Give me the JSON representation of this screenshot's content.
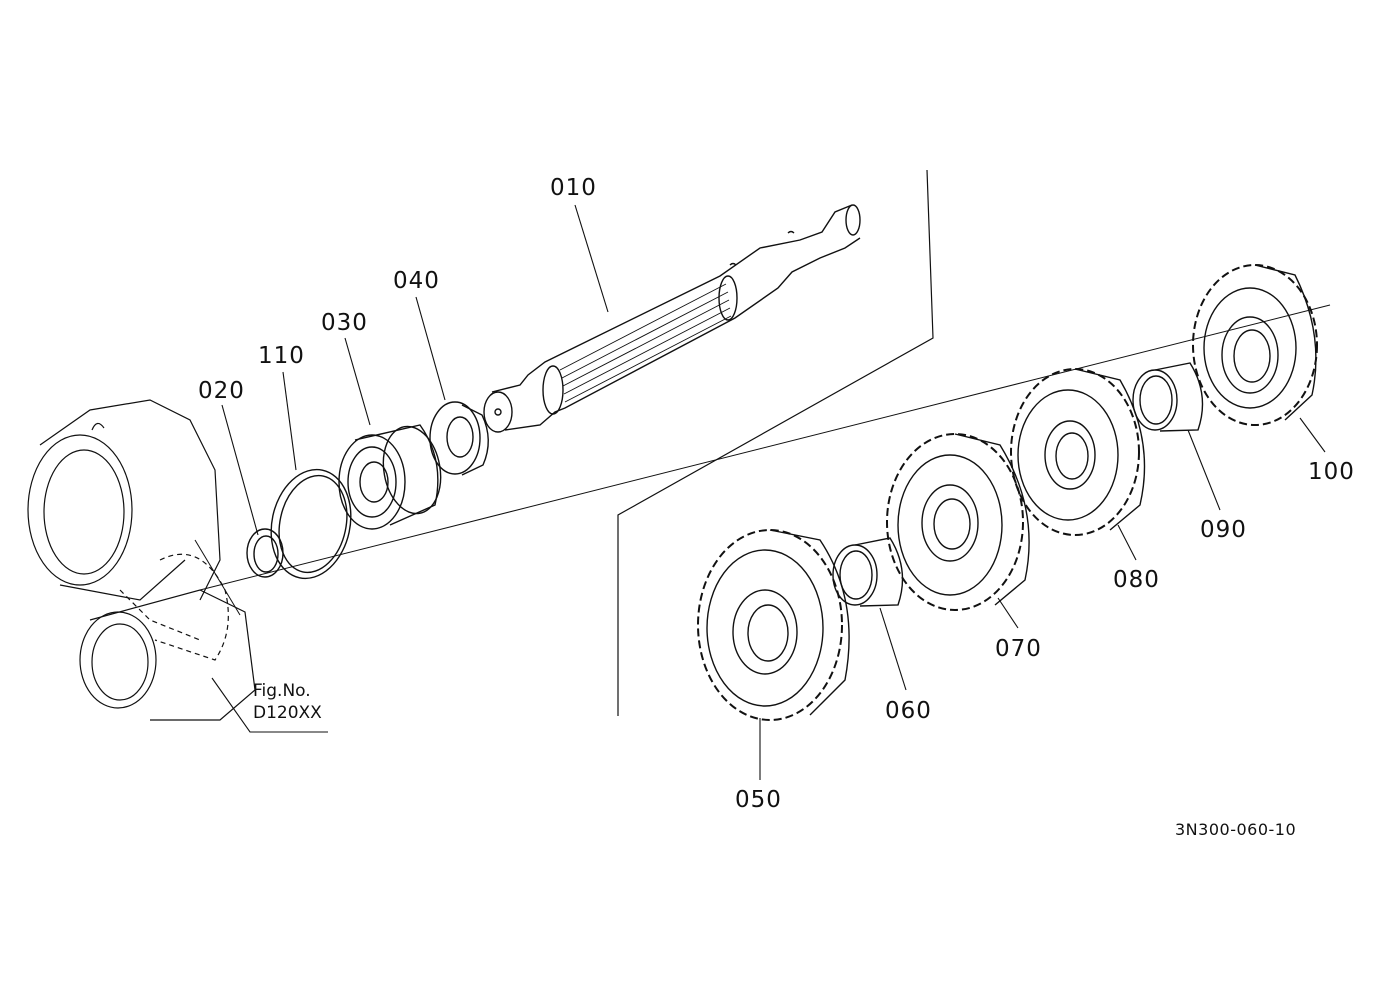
{
  "parts": [
    {
      "id": "p010",
      "label": "010"
    },
    {
      "id": "p020",
      "label": "020"
    },
    {
      "id": "p030",
      "label": "030"
    },
    {
      "id": "p040",
      "label": "040"
    },
    {
      "id": "p050",
      "label": "050"
    },
    {
      "id": "p060",
      "label": "060"
    },
    {
      "id": "p070",
      "label": "070"
    },
    {
      "id": "p080",
      "label": "080"
    },
    {
      "id": "p090",
      "label": "090"
    },
    {
      "id": "p100",
      "label": "100"
    },
    {
      "id": "p110",
      "label": "110"
    }
  ],
  "figure_ref": {
    "line1": "Fig.No.",
    "line2": "D120XX"
  },
  "drawing_code": "3N300-060-10"
}
